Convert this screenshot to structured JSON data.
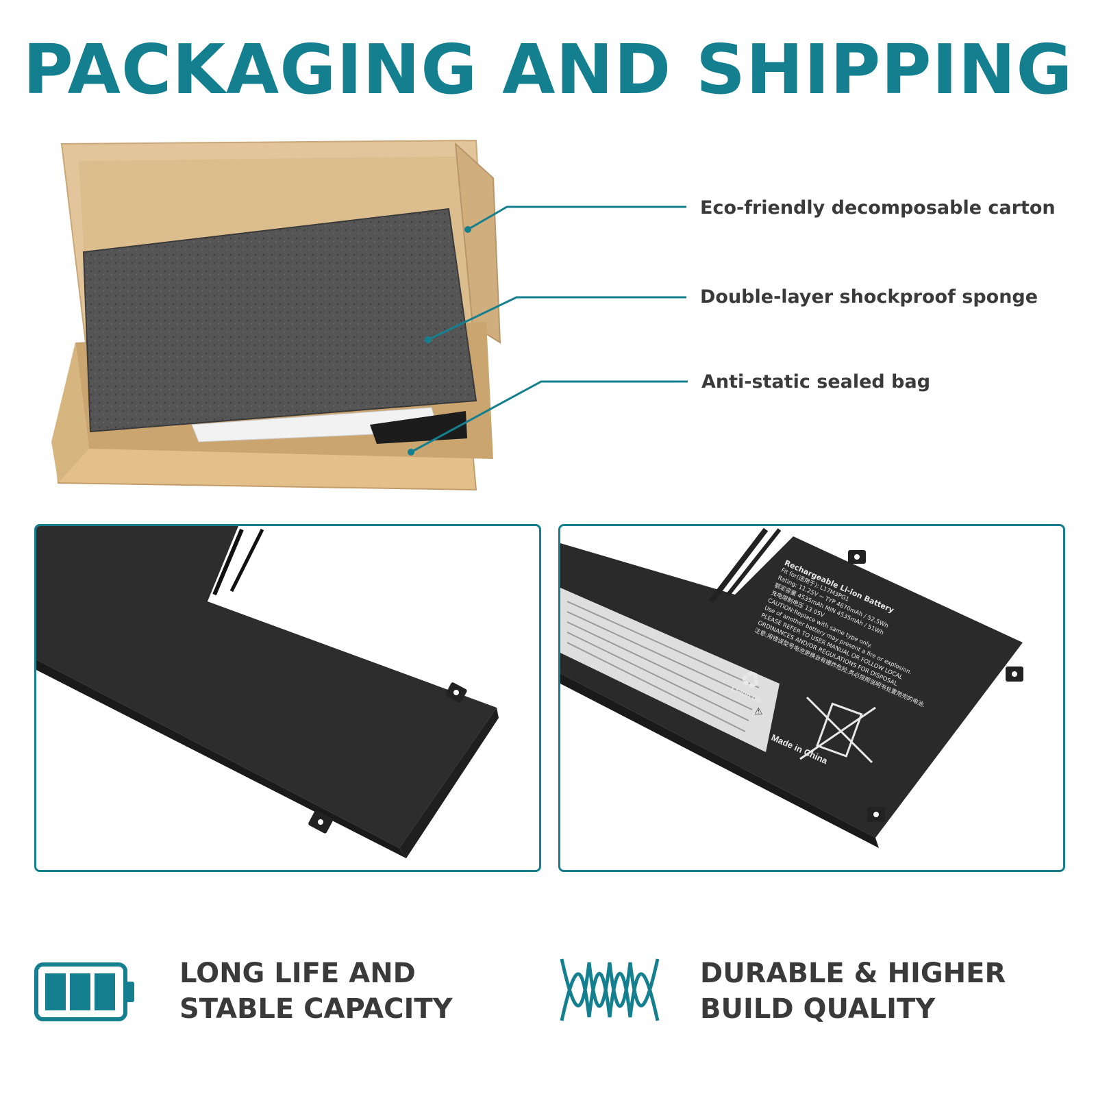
{
  "colors": {
    "accent": "#14808f",
    "text": "#3a3a3a",
    "cardboard": "#d8b98a",
    "foam": "#4d4d4d",
    "battery": "#2c2c2c"
  },
  "title": "PACKAGING AND SHIPPING",
  "callouts": [
    "Eco-friendly decomposable carton",
    "Double-layer shockproof sponge",
    "Anti-static sealed bag"
  ],
  "battery_label": {
    "heading": "Rechargeable Li-ion Battery",
    "lines": [
      "Fit for(适用于): L17M3PG1",
      "Rating: 11.25V ⎓ TYP 4670mAh / 52.5Wh",
      "额定容量 4535mAh   MIN 4535mAh / 51Wh",
      "充电限制电压 13.05V",
      "CAUTION:Replace with same type only.",
      "Use of another battery may present a fire or explosion.",
      "PLEASE REFER TO USER MANUAL OR FOLLOW LOCAL",
      "ORDINANCES AND/OR REGULATIONS FOR DISPOSAL",
      "注意:用错误型号电池更换会有爆炸危险,务必按照说明书处置用完的电池."
    ],
    "recycle_text": "Li-ion 00",
    "made_in": "Made in China"
  },
  "icons": [
    "battery-icon",
    "twisted-wire-icon",
    "recycle-icon",
    "crossed-bin-icon",
    "warning-icon"
  ],
  "features": [
    {
      "line1": "LONG LIFE AND",
      "line2": "STABLE CAPACITY"
    },
    {
      "line1": "DURABLE & HIGHER",
      "line2": "BUILD QUALITY"
    }
  ]
}
